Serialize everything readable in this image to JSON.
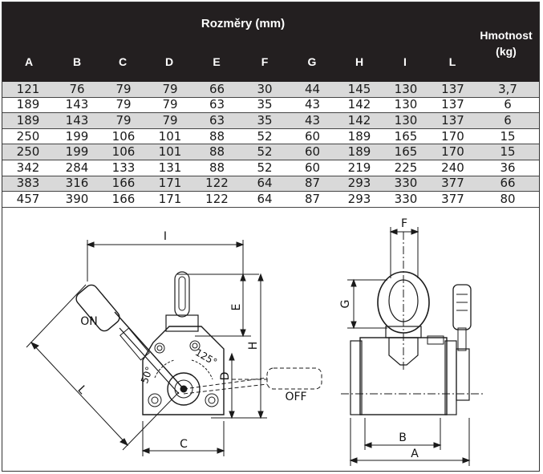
{
  "header": {
    "title": "Rozměry (mm)",
    "weight_line1": "Hmotnost",
    "weight_line2": "(kg)",
    "columns": [
      "A",
      "B",
      "C",
      "D",
      "E",
      "F",
      "G",
      "H",
      "I",
      "L"
    ]
  },
  "rows": [
    [
      "121",
      "76",
      "79",
      "79",
      "66",
      "30",
      "44",
      "145",
      "130",
      "137",
      "3,7"
    ],
    [
      "189",
      "143",
      "79",
      "79",
      "63",
      "35",
      "43",
      "142",
      "130",
      "137",
      "6"
    ],
    [
      "189",
      "143",
      "79",
      "79",
      "63",
      "35",
      "43",
      "142",
      "130",
      "137",
      "6"
    ],
    [
      "250",
      "199",
      "106",
      "101",
      "88",
      "52",
      "60",
      "189",
      "165",
      "170",
      "15"
    ],
    [
      "250",
      "199",
      "106",
      "101",
      "88",
      "52",
      "60",
      "189",
      "165",
      "170",
      "15"
    ],
    [
      "342",
      "284",
      "133",
      "131",
      "88",
      "52",
      "60",
      "219",
      "225",
      "240",
      "36"
    ],
    [
      "383",
      "316",
      "166",
      "171",
      "122",
      "64",
      "87",
      "293",
      "330",
      "377",
      "66"
    ],
    [
      "457",
      "390",
      "166",
      "171",
      "122",
      "64",
      "87",
      "293",
      "330",
      "377",
      "80"
    ]
  ],
  "drawing": {
    "front": {
      "dim_I": "I",
      "dim_E": "E",
      "dim_H": "H",
      "dim_D": "D",
      "dim_C": "C",
      "dim_L": "L",
      "label_on": "ON",
      "label_off": "OFF",
      "angle_50": "50°",
      "angle_125": "125°"
    },
    "side": {
      "dim_F": "F",
      "dim_G": "G",
      "dim_B": "B",
      "dim_A": "A"
    }
  }
}
